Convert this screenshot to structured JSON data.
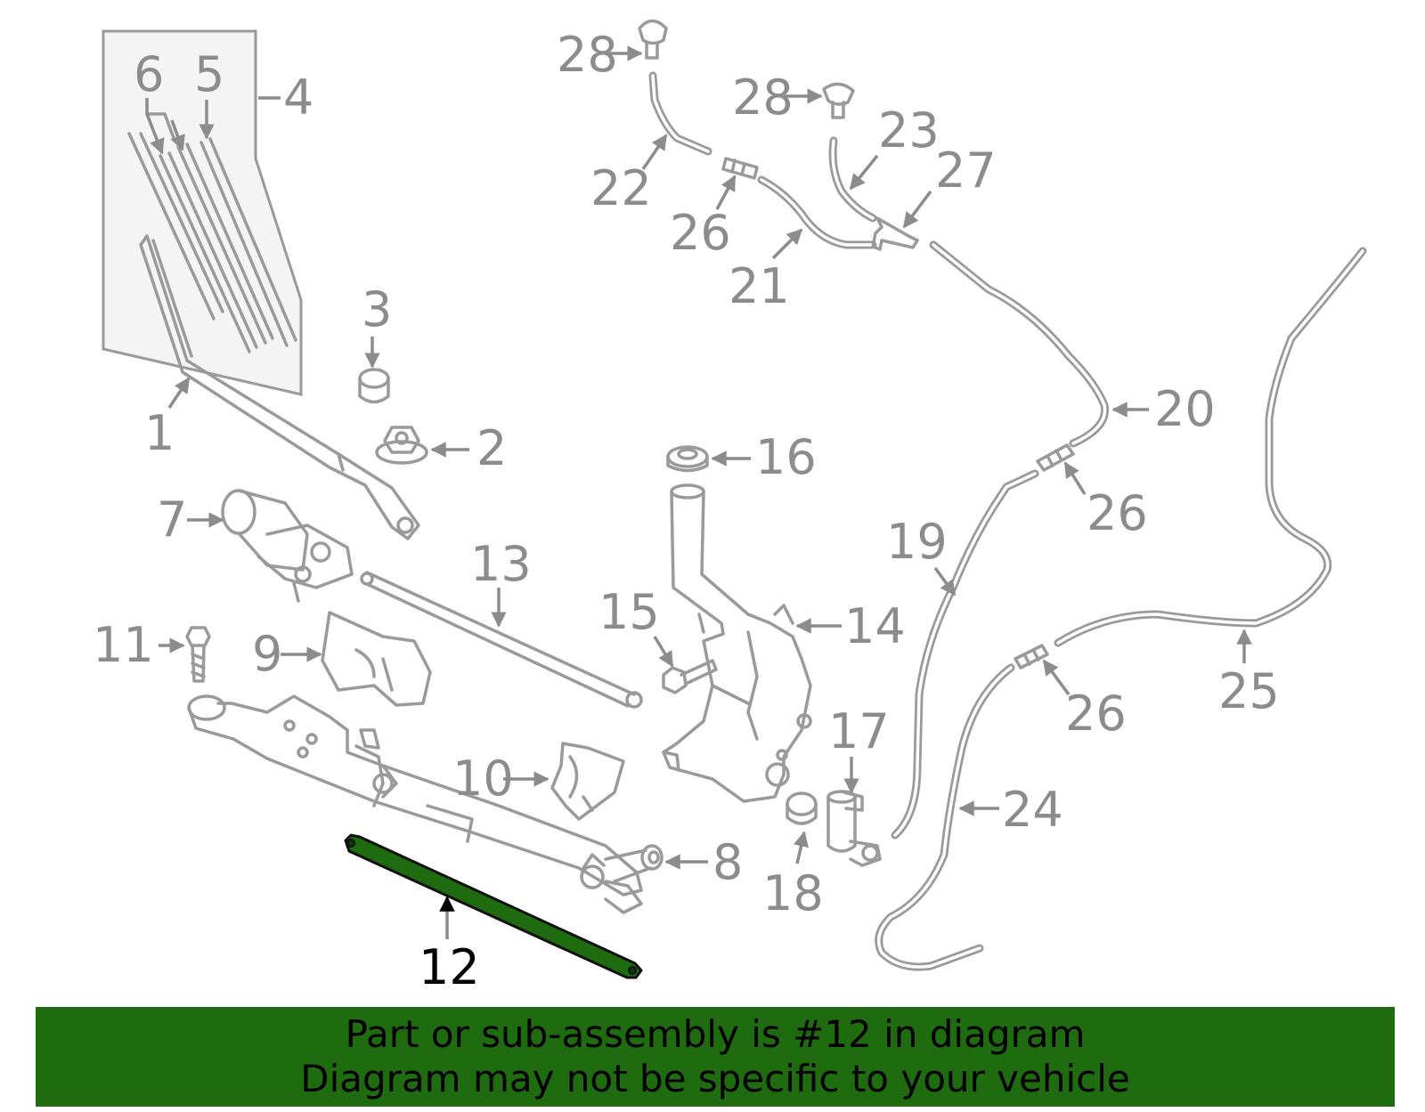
{
  "diagram": {
    "highlighted_part": "12",
    "labels": [
      {
        "id": "l1",
        "text": "1"
      },
      {
        "id": "l2",
        "text": "2"
      },
      {
        "id": "l3",
        "text": "3"
      },
      {
        "id": "l4",
        "text": "4"
      },
      {
        "id": "l5",
        "text": "5"
      },
      {
        "id": "l6",
        "text": "6"
      },
      {
        "id": "l7",
        "text": "7"
      },
      {
        "id": "l8",
        "text": "8"
      },
      {
        "id": "l9",
        "text": "9"
      },
      {
        "id": "l10",
        "text": "10"
      },
      {
        "id": "l11",
        "text": "11"
      },
      {
        "id": "l12",
        "text": "12"
      },
      {
        "id": "l13",
        "text": "13"
      },
      {
        "id": "l14",
        "text": "14"
      },
      {
        "id": "l15",
        "text": "15"
      },
      {
        "id": "l16",
        "text": "16"
      },
      {
        "id": "l17",
        "text": "17"
      },
      {
        "id": "l18",
        "text": "18"
      },
      {
        "id": "l19",
        "text": "19"
      },
      {
        "id": "l20",
        "text": "20"
      },
      {
        "id": "l21",
        "text": "21"
      },
      {
        "id": "l22",
        "text": "22"
      },
      {
        "id": "l23",
        "text": "23"
      },
      {
        "id": "l24",
        "text": "24"
      },
      {
        "id": "l25",
        "text": "25"
      },
      {
        "id": "l26a",
        "text": "26"
      },
      {
        "id": "l26b",
        "text": "26"
      },
      {
        "id": "l26c",
        "text": "26"
      },
      {
        "id": "l27",
        "text": "27"
      },
      {
        "id": "l28a",
        "text": "28"
      },
      {
        "id": "l28b",
        "text": "28"
      }
    ],
    "colors": {
      "part_outline": "#9a9a9a",
      "label": "#8c8c8c",
      "highlight_fill": "#1f6b10",
      "highlight_label": "#000000"
    }
  },
  "banner": {
    "line1": "Part or sub-assembly is #12 in diagram",
    "line2": "Diagram may not be specific to your vehicle",
    "background": "#1f6b10"
  }
}
